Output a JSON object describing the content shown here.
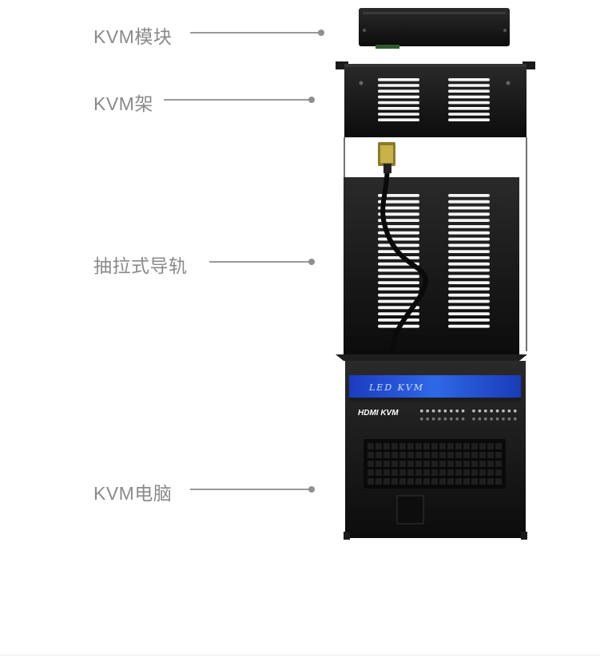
{
  "labels": {
    "module": "KVM模块",
    "rack": "KVM架",
    "rail": "抽拉式导轨",
    "computer": "KVM电脑"
  },
  "screen": {
    "banner": "LED KVM",
    "brand": "HDMI KVM"
  },
  "colors": {
    "label": "#8a8a8a",
    "leader": "#9a9a9a",
    "metal": "#161616",
    "screen": "#1f4fd0"
  }
}
